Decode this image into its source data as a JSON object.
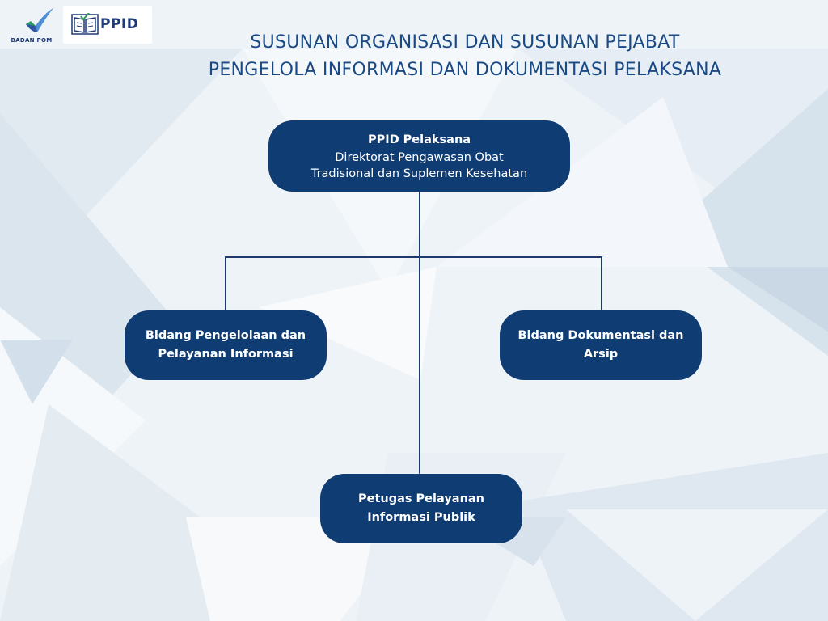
{
  "header": {
    "badan_pom_logo_text": "BADAN POM",
    "ppid_logo_text": "PPID",
    "title_line1": "SUSUNAN ORGANISASI DAN SUSUNAN PEJABAT",
    "title_line2": "PENGELOLA INFORMASI DAN DOKUMENTASI PELAKSANA"
  },
  "org": {
    "top": {
      "title": "PPID Pelaksana",
      "line1": "Direktorat Pengawasan Obat",
      "line2": "Tradisional dan Suplemen Kesehatan"
    },
    "left": {
      "line1": "Bidang Pengelolaan dan",
      "line2": "Pelayanan Informasi"
    },
    "right": {
      "line1": "Bidang Dokumentasi dan",
      "line2": "Arsip"
    },
    "bottom": {
      "line1": "Petugas Pelayanan",
      "line2": "Informasi Publik"
    }
  },
  "colors": {
    "box_fill": "#0f3c73",
    "title_text": "#1a4a85",
    "connector": "#1f3a6a"
  }
}
